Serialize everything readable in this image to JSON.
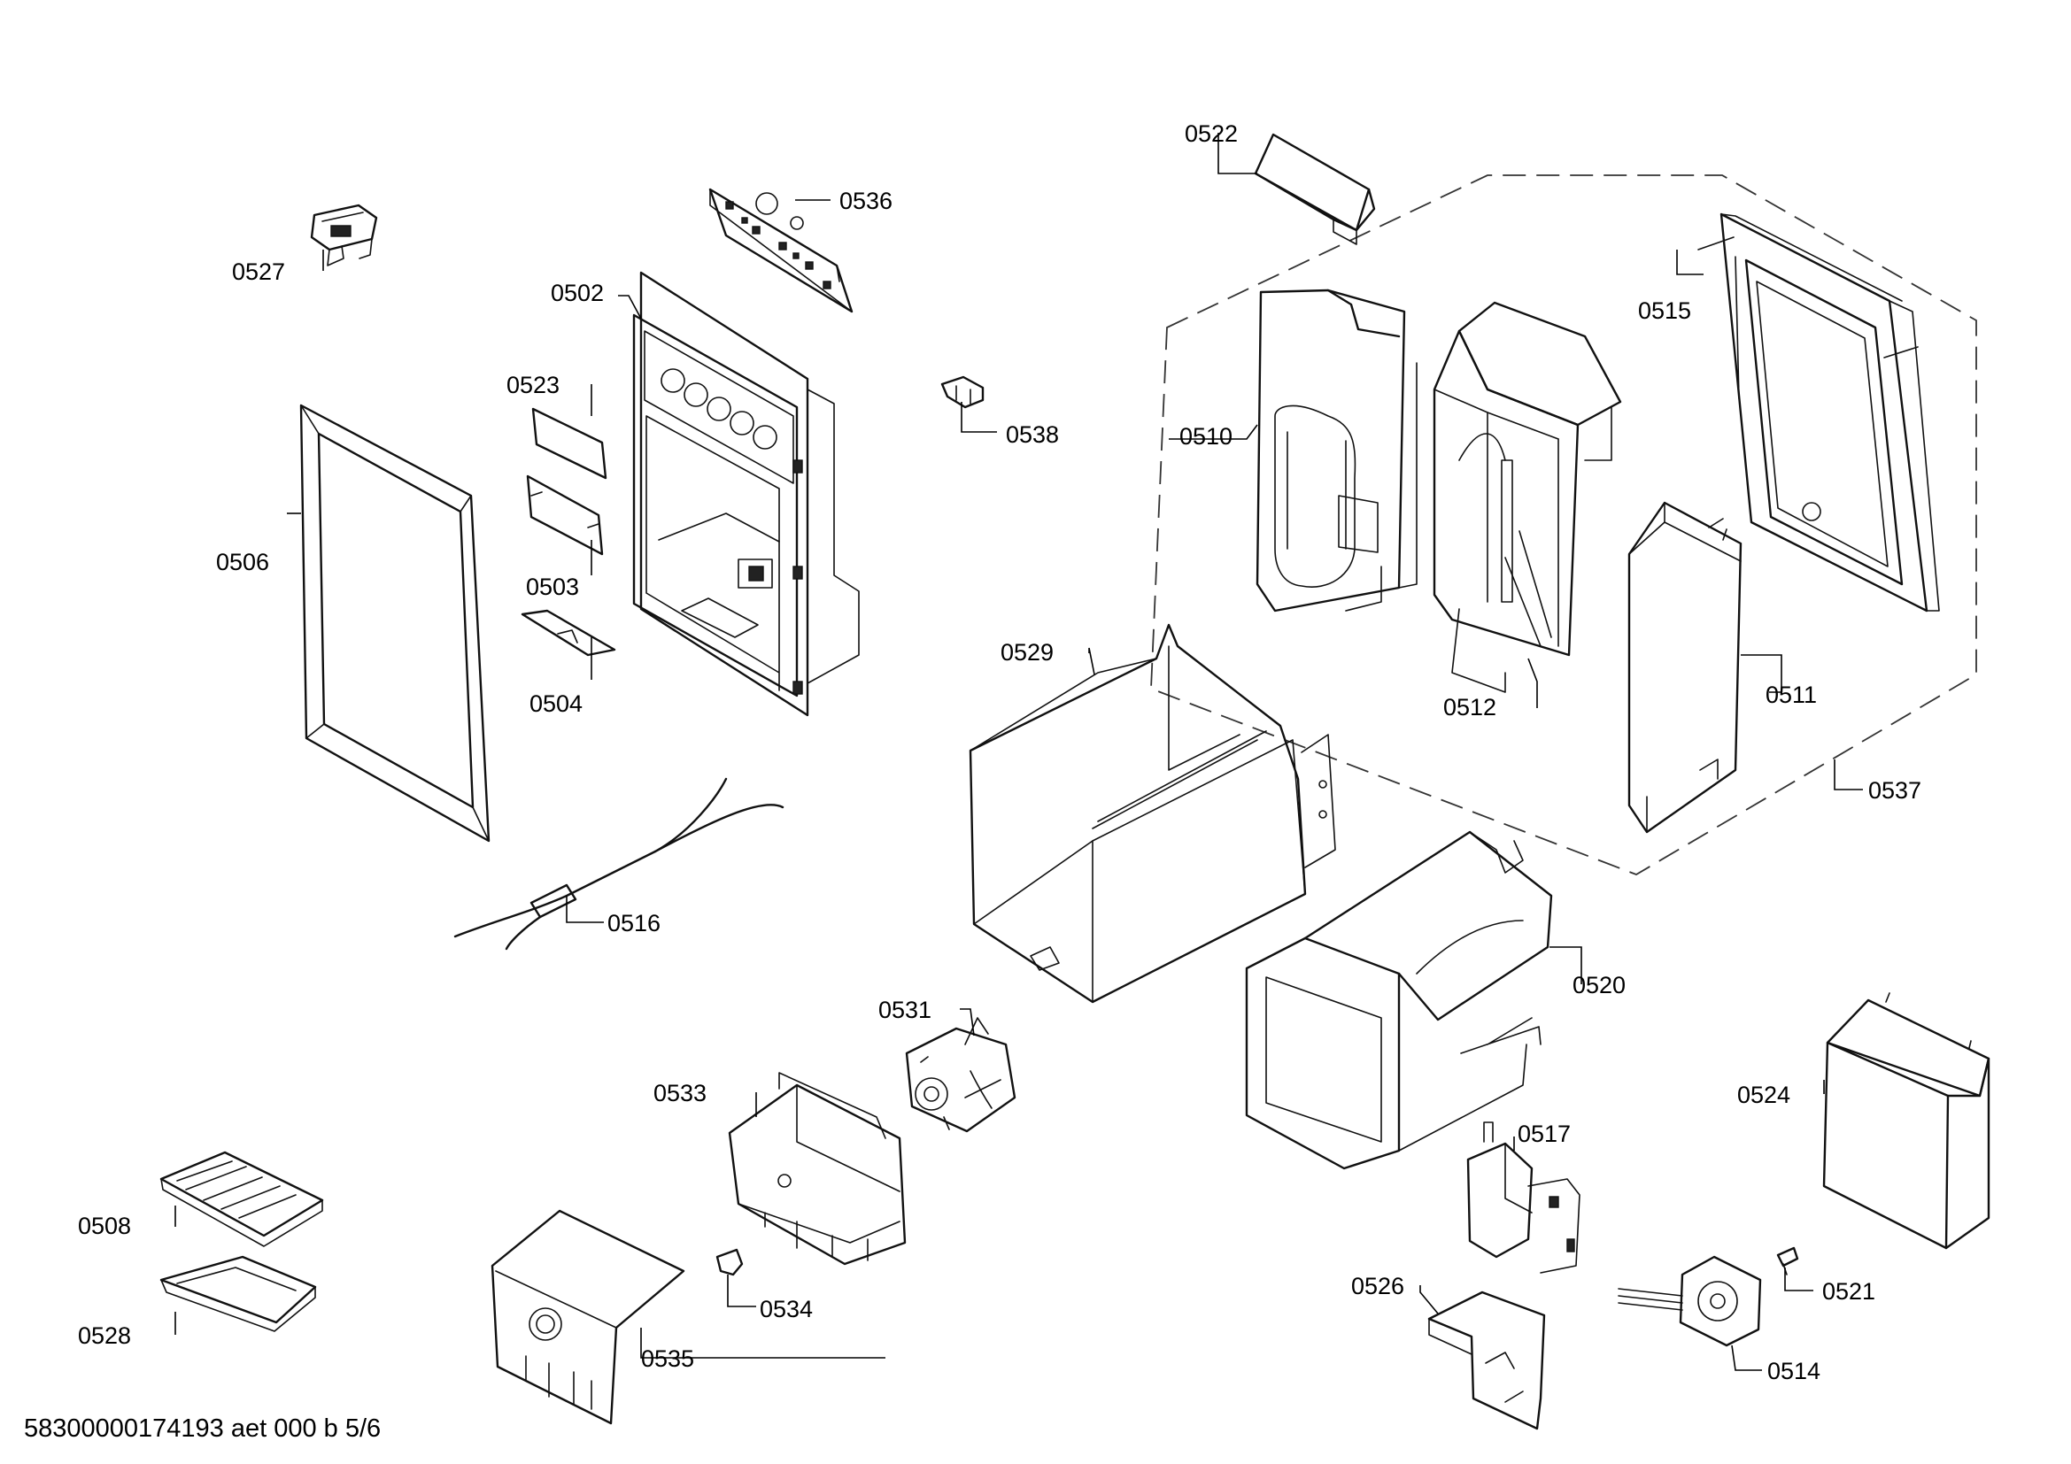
{
  "labels": {
    "p0502": "0502",
    "p0503": "0503",
    "p0504": "0504",
    "p0506": "0506",
    "p0508": "0508",
    "p0510": "0510",
    "p0511": "0511",
    "p0512": "0512",
    "p0514": "0514",
    "p0515": "0515",
    "p0516": "0516",
    "p0517": "0517",
    "p0520": "0520",
    "p0521": "0521",
    "p0522": "0522",
    "p0523": "0523",
    "p0524": "0524",
    "p0526": "0526",
    "p0527": "0527",
    "p0528": "0528",
    "p0529": "0529",
    "p0531": "0531",
    "p0533": "0533",
    "p0534": "0534",
    "p0535": "0535",
    "p0536": "0536",
    "p0537": "0537",
    "p0538": "0538"
  },
  "footer": "58300000174193 aet 000 b 5/6"
}
